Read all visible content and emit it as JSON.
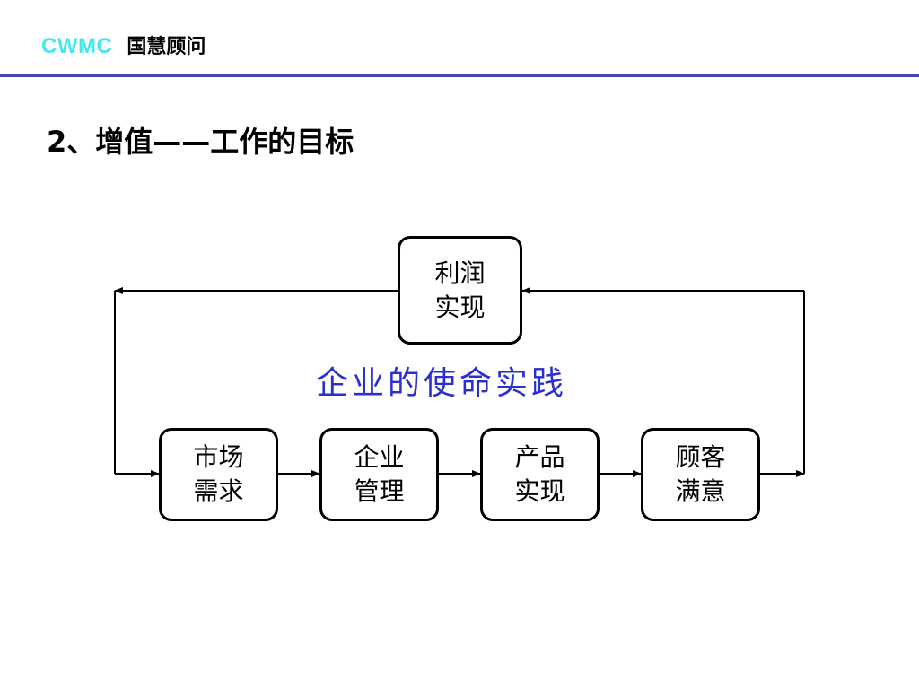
{
  "header": {
    "brand": "CWMC",
    "org": "国慧顾问"
  },
  "slide": {
    "title": "2、增值——工作的目标"
  },
  "diagram": {
    "top_node": {
      "line1": "利润",
      "line2": "实现"
    },
    "center_label": "企业的使命实践",
    "chain": [
      {
        "line1": "市场",
        "line2": "需求"
      },
      {
        "line1": "企业",
        "line2": "管理"
      },
      {
        "line1": "产品",
        "line2": "实现"
      },
      {
        "line1": "顾客",
        "line2": "满意"
      }
    ]
  },
  "colors": {
    "brand": "#49e6ee",
    "rule": "#4748b8",
    "mission": "#2b2fd0"
  }
}
